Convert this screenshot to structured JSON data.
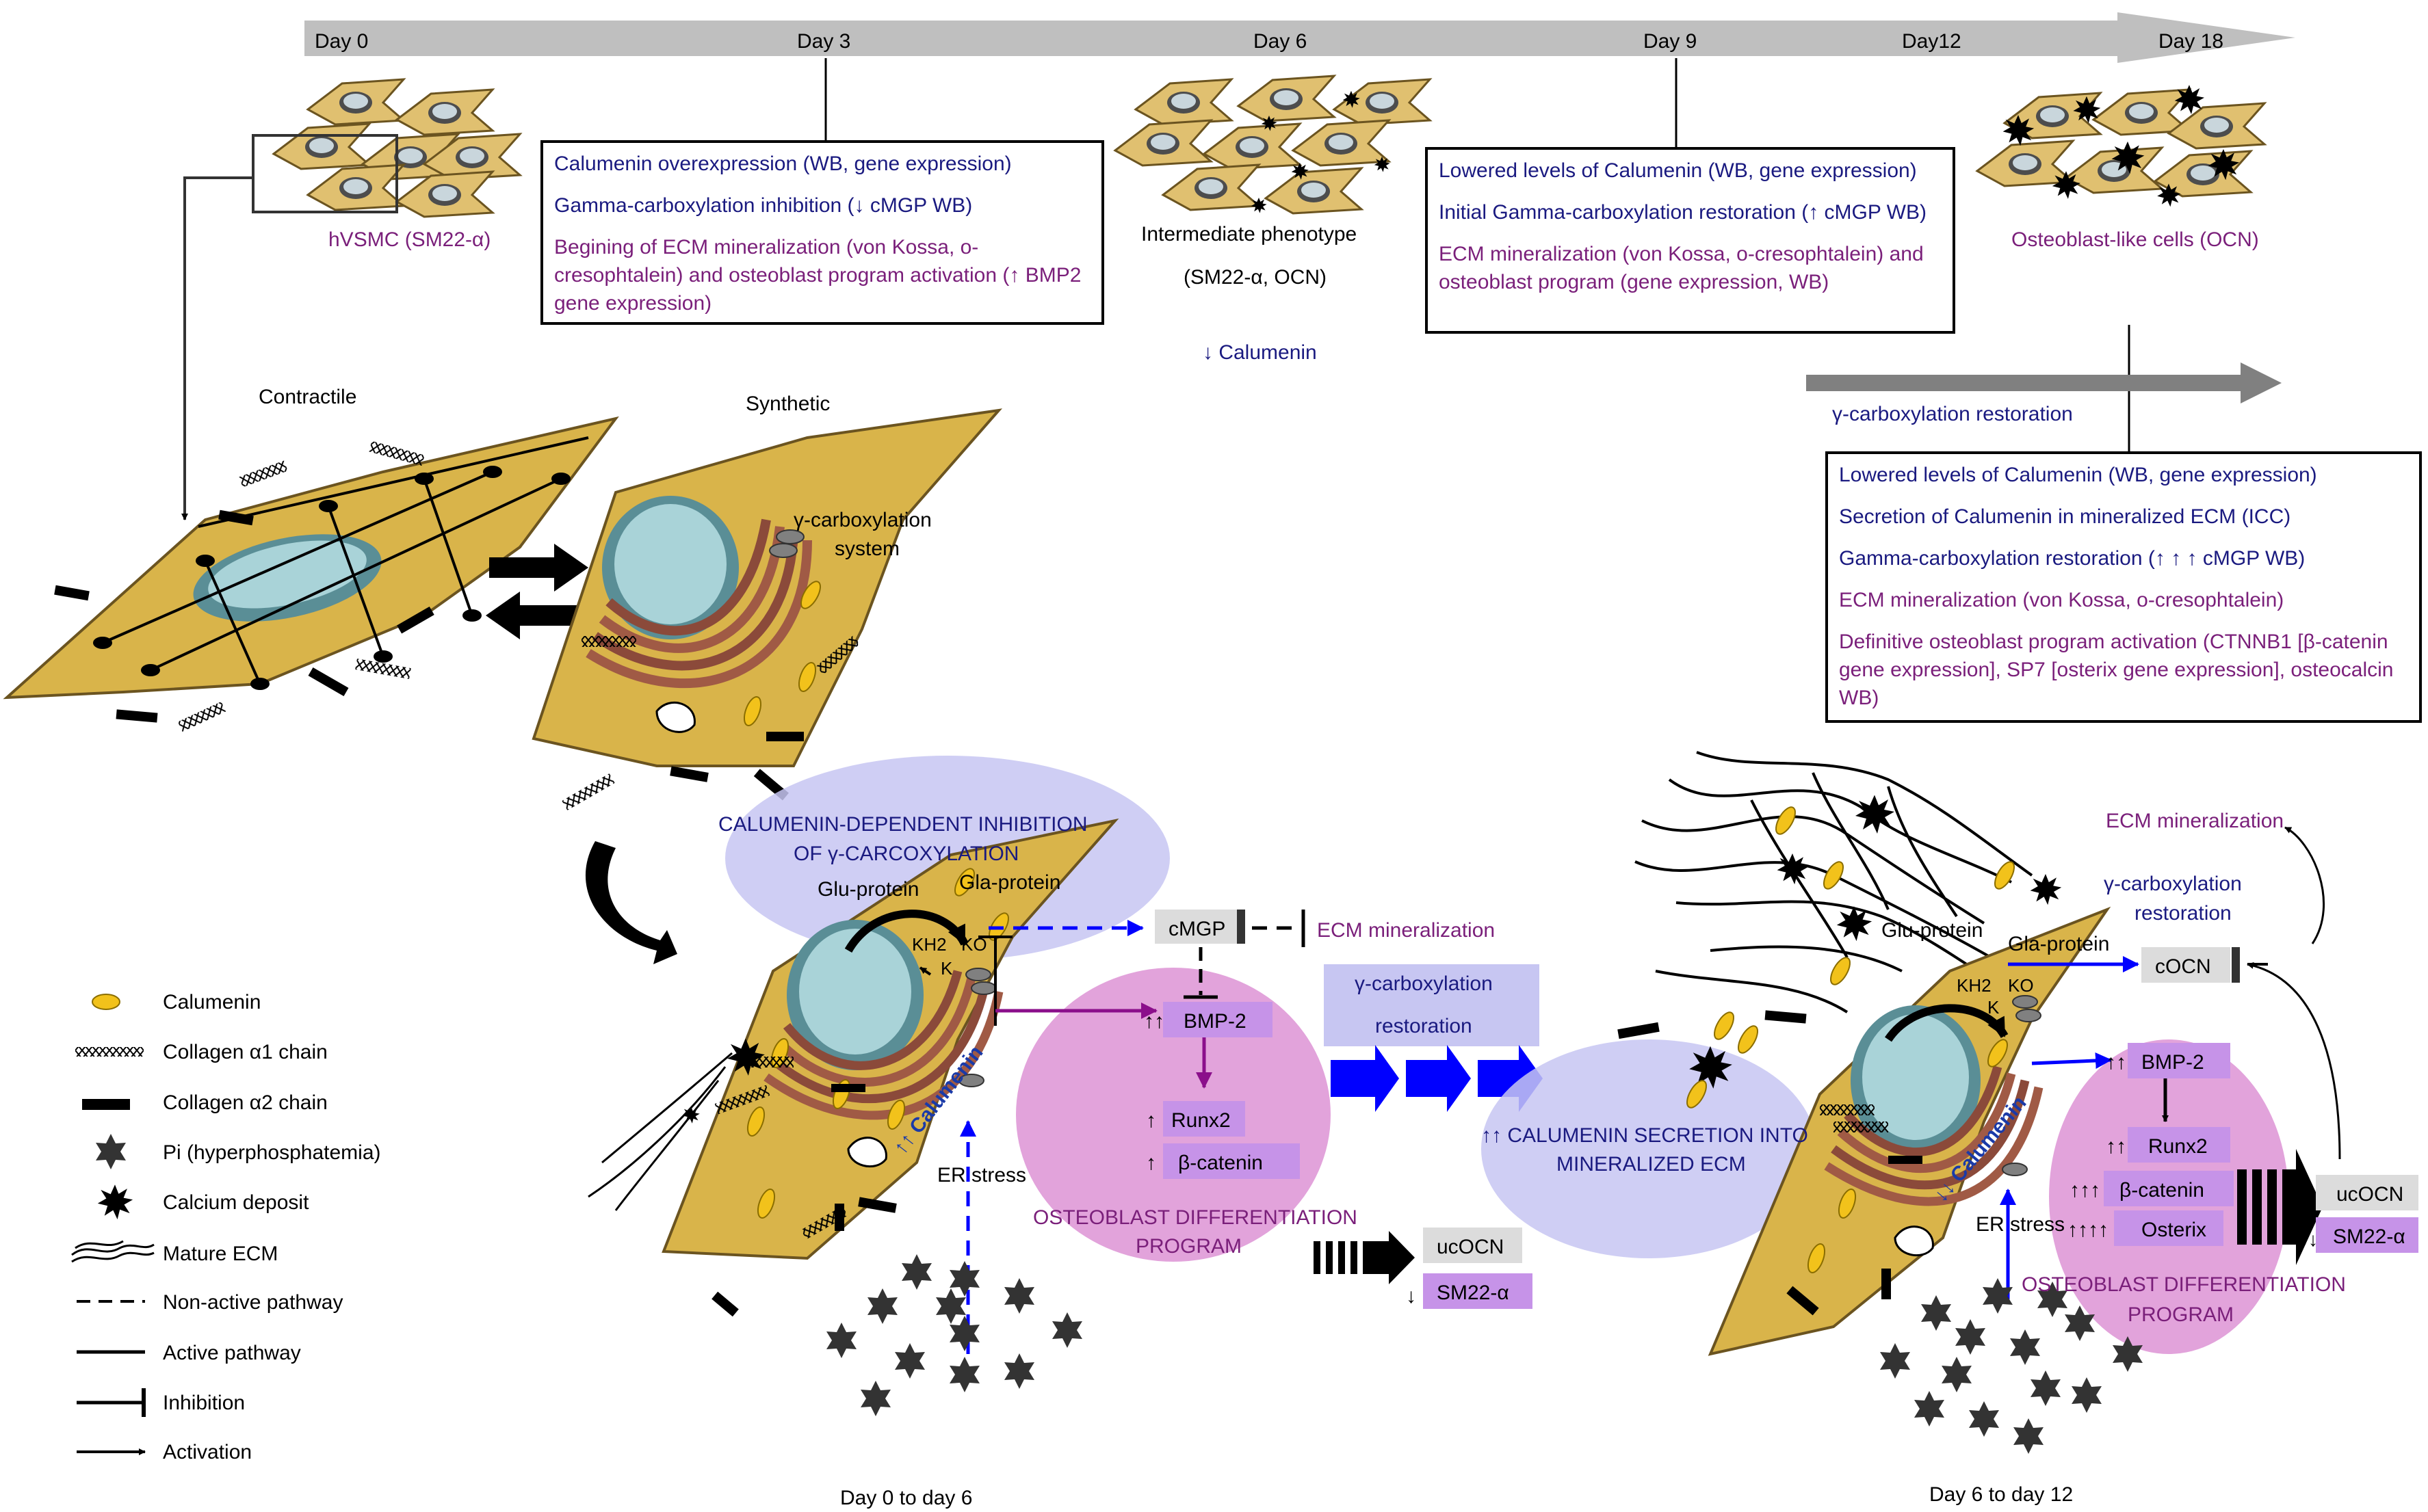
{
  "timeline": {
    "days": [
      "Day 0",
      "Day 3",
      "Day 6",
      "Day 9",
      "Day12",
      "Day 18"
    ]
  },
  "stages": {
    "hvsmc": "hVSMC (SM22-α)",
    "intermediate_line1": "Intermediate phenotype",
    "intermediate_line2": "(SM22-α, OCN)",
    "calumenin_down": "↓ Calumenin",
    "osteoblast_like": "Osteoblast-like cells (OCN)",
    "gamma_restoration": "γ-carboxylation restoration"
  },
  "box_day3": [
    {
      "text": "Calumenin overexpression (WB, gene expression)",
      "color": "blue"
    },
    {
      "text": "Gamma-carboxylation inhibition (↓ cMGP WB)",
      "color": "blue"
    },
    {
      "text": "Begining of ECM mineralization (von Kossa, o-cresophtalein) and osteoblast program activation (↑ BMP2 gene expression)",
      "color": "purple"
    }
  ],
  "box_day9": [
    {
      "text": "Lowered levels of Calumenin (WB, gene expression)",
      "color": "blue"
    },
    {
      "text": "Initial Gamma-carboxylation restoration (↑ cMGP WB)",
      "color": "blue"
    },
    {
      "text": "ECM mineralization (von Kossa, o-cresophtalein) and osteoblast program (gene expression, WB)",
      "color": "purple"
    }
  ],
  "box_day18": [
    {
      "text": "Lowered levels of Calumenin (WB, gene expression)",
      "color": "blue"
    },
    {
      "text": "Secretion of Calumenin in mineralized ECM (ICC)",
      "color": "blue"
    },
    {
      "text": "Gamma-carboxylation restoration (↑ ↑ ↑ cMGP WB)",
      "color": "blue"
    },
    {
      "text": "ECM mineralization (von Kossa, o-cresophtalein)",
      "color": "purple"
    },
    {
      "text": "Definitive osteoblast program activation (CTNNB1 [β-catenin gene expression], SP7 [osterix gene expression], osteocalcin WB)",
      "color": "purple"
    }
  ],
  "cells": {
    "contractile": "Contractile",
    "synthetic": "Synthetic",
    "gamma_system_line1": "γ-carboxylation",
    "gamma_system_line2": "system"
  },
  "left_panel": {
    "inhibition_line1": "CALUMENIN-DEPENDENT INHIBITION",
    "inhibition_line2": "OF γ-CARCOXYLATION",
    "glu_protein": "Glu-protein",
    "gla_protein": "Gla-protein",
    "kh2": "KH2",
    "ko": "KO",
    "k": "K",
    "calumenin_up": "↑↑ Calumenin",
    "er_stress": "ER stress",
    "cmgp": "cMGP",
    "ecm_mineralization": "ECM mineralization",
    "bmp2": "BMP-2",
    "bmp2_arrow": "↑↑",
    "runx2": "Runx2",
    "runx2_arrow": "↑",
    "bcatenin": "β-catenin",
    "bcatenin_arrow": "↑",
    "osteo_prog_line1": "OSTEOBLAST DIFFERENTIATION",
    "osteo_prog_line2": "PROGRAM",
    "ucocn": "ucOCN",
    "sm22": "SM22-α",
    "sm22_arrow": "↓",
    "gamma_box_line1": "γ-carboxylation",
    "gamma_box_line2": "restoration",
    "caption": "Day 0 to day 6"
  },
  "right_panel": {
    "secretion_line1": "↑↑ CALUMENIN SECRETION INTO",
    "secretion_line2": "MINERALIZED ECM",
    "ecm_mineralization": "ECM mineralization",
    "gamma_line1": "γ-carboxylation",
    "gamma_line2": "restoration",
    "glu_protein": "Glu-protein",
    "gla_protein": "Gla-protein",
    "kh2": "KH2",
    "ko": "KO",
    "k": "K",
    "calumenin_down": "↓↓ Calumenin",
    "er_stress": "ER stress",
    "cocn": "cOCN",
    "bmp2": "BMP-2",
    "bmp2_arrow": "↑↑",
    "runx2": "Runx2",
    "runx2_arrow": "↑↑",
    "bcatenin": "β-catenin",
    "bcatenin_arrow": "↑↑↑",
    "osterix": "Osterix",
    "osterix_arrow": "↑↑↑↑",
    "osteo_prog_line1": "OSTEOBLAST DIFFERENTIATION",
    "osteo_prog_line2": "PROGRAM",
    "ucocn": "ucOCN",
    "sm22": "SM22-α",
    "down_arrows": "↓↓",
    "caption": "Day 6 to day 12"
  },
  "legend": [
    {
      "icon": "calumenin-icon",
      "label": "Calumenin"
    },
    {
      "icon": "collagen-a1-icon",
      "label": "Collagen α1 chain"
    },
    {
      "icon": "collagen-a2-icon",
      "label": "Collagen α2 chain"
    },
    {
      "icon": "pi-star-icon",
      "label": "Pi (hyperphosphatemia)"
    },
    {
      "icon": "calcium-deposit-icon",
      "label": "Calcium deposit"
    },
    {
      "icon": "mature-ecm-icon",
      "label": "Mature ECM"
    },
    {
      "icon": "dashed-line-icon",
      "label": "Non-active pathway"
    },
    {
      "icon": "solid-line-icon",
      "label": "Active pathway"
    },
    {
      "icon": "inhibition-icon",
      "label": "Inhibition"
    },
    {
      "icon": "activation-icon",
      "label": "Activation"
    }
  ],
  "colors": {
    "cell_fill": "#d9b44a",
    "nucleus": "#8fc4cc",
    "blue_text": "#1a1a80",
    "purple_text": "#7a1f7a",
    "lavender": "#c7c6f2",
    "pink": "#e2a3db",
    "purple_box": "#c693e8",
    "grey_box": "#dcdcdc",
    "arrow_blue": "#0000ff",
    "timeline_grey": "#bfbfbf"
  }
}
